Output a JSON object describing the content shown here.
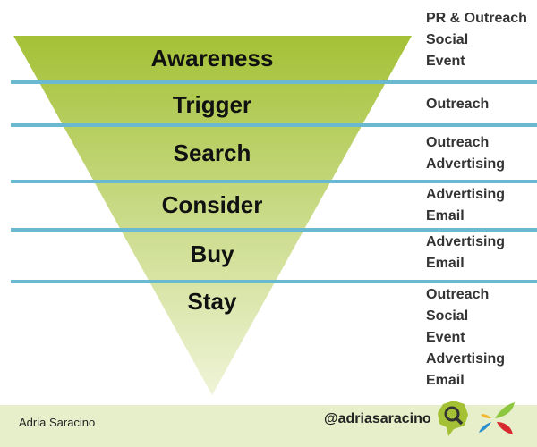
{
  "stages": [
    {
      "label": "Awareness",
      "channels": [
        "PR & Outreach",
        "Social",
        "Event"
      ]
    },
    {
      "label": "Trigger",
      "channels": [
        "Outreach"
      ]
    },
    {
      "label": "Search",
      "channels": [
        "Outreach",
        "Advertising"
      ]
    },
    {
      "label": "Consider",
      "channels": [
        "Advertising",
        "Email"
      ]
    },
    {
      "label": "Buy",
      "channels": [
        "Advertising",
        "Email"
      ]
    },
    {
      "label": "Stay",
      "channels": [
        "Outreach",
        "Social",
        "Event",
        "Advertising",
        "Email"
      ]
    }
  ],
  "footer": {
    "author": "Adria Saracino",
    "handle": "@adriasaracino"
  },
  "colors": {
    "funnel_top": "#a4c136",
    "funnel_bottom": "#eff4d8",
    "divider": "#6bb8d1",
    "footer_bg": "#e6efc9"
  }
}
